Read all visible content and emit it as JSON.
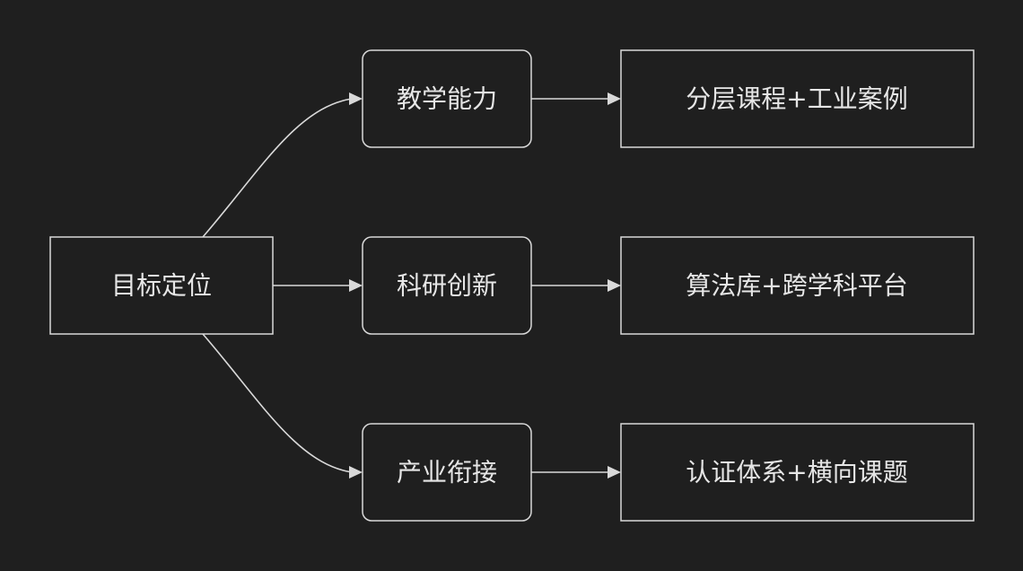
{
  "diagram": {
    "nodes": {
      "root": {
        "label": "目标定位"
      },
      "teaching": {
        "label": "教学能力"
      },
      "research": {
        "label": "科研创新"
      },
      "industry": {
        "label": "产业衔接"
      },
      "teaching_detail": {
        "label": "分层课程+工业案例"
      },
      "research_detail": {
        "label": "算法库+跨学科平台"
      },
      "industry_detail": {
        "label": "认证体系+横向课题"
      }
    },
    "edges": [
      {
        "from": "root",
        "to": "teaching"
      },
      {
        "from": "root",
        "to": "research"
      },
      {
        "from": "root",
        "to": "industry"
      },
      {
        "from": "teaching",
        "to": "teaching_detail"
      },
      {
        "from": "research",
        "to": "research_detail"
      },
      {
        "from": "industry",
        "to": "industry_detail"
      }
    ],
    "colors": {
      "background": "#1f1f1f",
      "stroke": "#d9d9d9",
      "text": "#e6e6e6"
    }
  }
}
